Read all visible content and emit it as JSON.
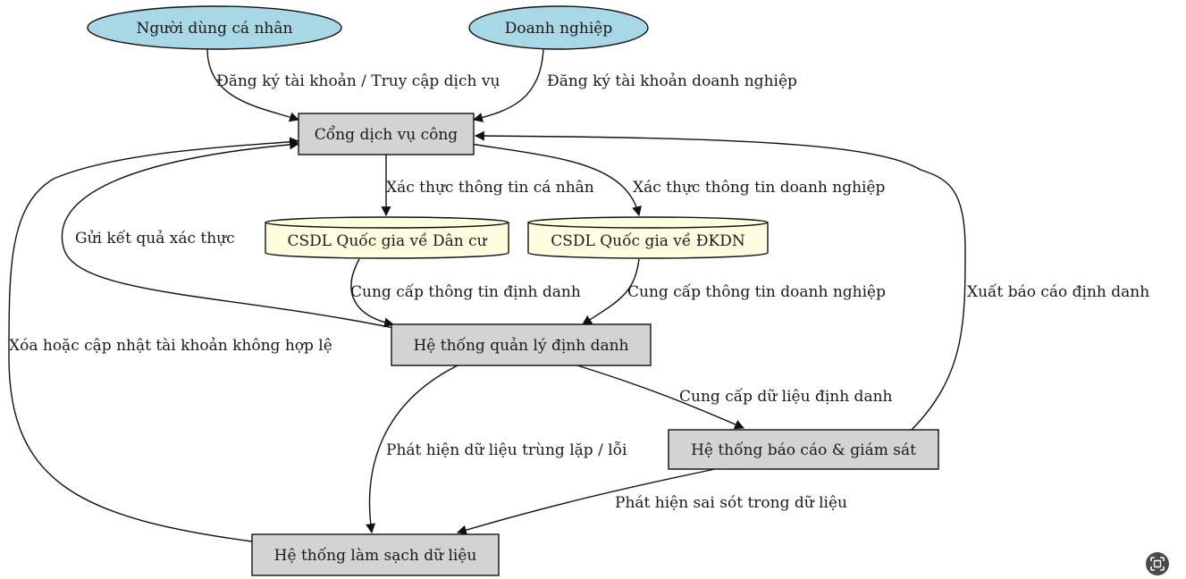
{
  "diagram": {
    "nodes": [
      {
        "id": "ca-nhan",
        "label": "Người dùng cá nhân",
        "shape": "ellipse",
        "fill": "#a8d8e6"
      },
      {
        "id": "doanh-nghiep",
        "label": "Doanh nghiệp",
        "shape": "ellipse",
        "fill": "#a8d8e6"
      },
      {
        "id": "cong-dvc",
        "label": "Cổng dịch vụ công",
        "shape": "box",
        "fill": "#d3d3d3"
      },
      {
        "id": "csdl-dan-cu",
        "label": "CSDL Quốc gia về Dân cư",
        "shape": "cylinder",
        "fill": "#ffffe0"
      },
      {
        "id": "csdl-dkdn",
        "label": "CSDL Quốc gia về ĐKDN",
        "shape": "cylinder",
        "fill": "#ffffe0"
      },
      {
        "id": "ht-quan-ly",
        "label": "Hệ thống quản lý định danh",
        "shape": "box",
        "fill": "#d3d3d3"
      },
      {
        "id": "ht-bao-cao",
        "label": "Hệ thống báo cáo & giám sát",
        "shape": "box",
        "fill": "#d3d3d3"
      },
      {
        "id": "ht-lam-sach",
        "label": "Hệ thống làm sạch dữ liệu",
        "shape": "box",
        "fill": "#d3d3d3"
      }
    ],
    "edges": [
      {
        "id": "e1",
        "from": "ca-nhan",
        "to": "cong-dvc",
        "label": "Đăng ký tài khoản / Truy cập dịch vụ"
      },
      {
        "id": "e2",
        "from": "doanh-nghiep",
        "to": "cong-dvc",
        "label": "Đăng ký tài khoản doanh nghiệp"
      },
      {
        "id": "e3",
        "from": "cong-dvc",
        "to": "csdl-dan-cu",
        "label": "Xác thực thông tin cá nhân"
      },
      {
        "id": "e4",
        "from": "cong-dvc",
        "to": "csdl-dkdn",
        "label": "Xác thực thông tin doanh nghiệp"
      },
      {
        "id": "e5",
        "from": "ht-quan-ly",
        "to": "cong-dvc",
        "label": "Gửi kết quả xác thực"
      },
      {
        "id": "e6",
        "from": "csdl-dan-cu",
        "to": "ht-quan-ly",
        "label": "Cung cấp thông tin định danh"
      },
      {
        "id": "e7",
        "from": "csdl-dkdn",
        "to": "ht-quan-ly",
        "label": "Cung cấp thông tin doanh nghiệp"
      },
      {
        "id": "e8",
        "from": "ht-bao-cao",
        "to": "cong-dvc",
        "label": "Xuất báo cáo định danh"
      },
      {
        "id": "e9",
        "from": "ht-lam-sach",
        "to": "cong-dvc",
        "label": "Xóa hoặc cập nhật tài khoản không hợp lệ"
      },
      {
        "id": "e10",
        "from": "ht-quan-ly",
        "to": "ht-bao-cao",
        "label": "Cung cấp dữ liệu định danh"
      },
      {
        "id": "e11",
        "from": "ht-quan-ly",
        "to": "ht-lam-sach",
        "label": "Phát hiện dữ liệu trùng lặp / lỗi"
      },
      {
        "id": "e12",
        "from": "ht-bao-cao",
        "to": "ht-lam-sach",
        "label": "Phát hiện sai sót trong dữ liệu"
      }
    ]
  },
  "colors": {
    "stroke": "#111111",
    "ellipse_fill": "#a8d8e6",
    "box_fill": "#d3d3d3",
    "cylinder_fill": "#ffffe0",
    "badge": "#4a4a4a"
  },
  "badge": {
    "icon": "lens-scan-icon"
  }
}
